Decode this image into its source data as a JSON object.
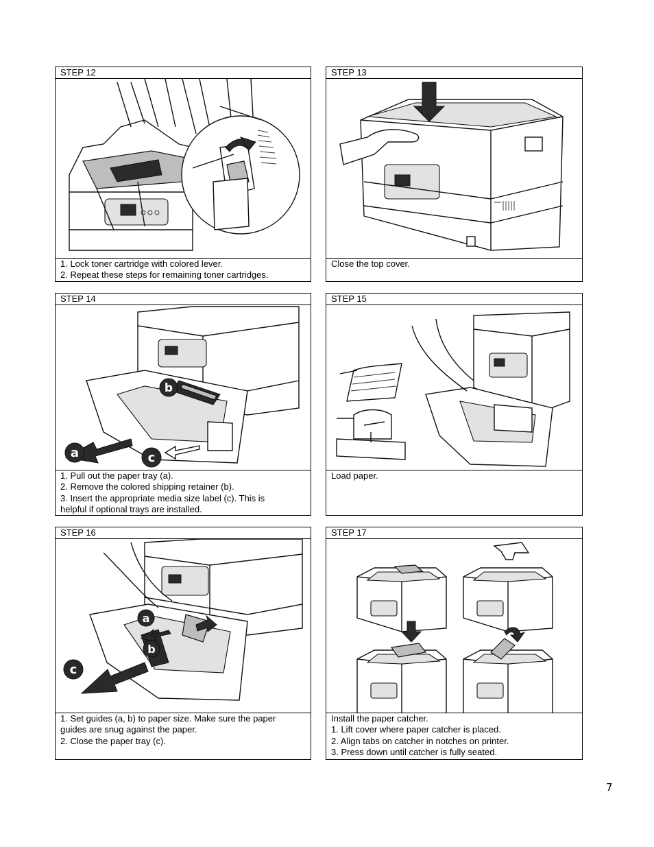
{
  "steps": [
    {
      "header": "STEP 12",
      "caption": [
        "1. Lock toner cartridge with colored lever.",
        "2. Repeat these steps for remaining toner cartridges."
      ],
      "figure": "toner-lock-illustration"
    },
    {
      "header": "STEP 13",
      "caption": [
        "Close the top cover."
      ],
      "figure": "close-cover-illustration"
    },
    {
      "header": "STEP 14",
      "caption": [
        "1. Pull out the paper tray (a).",
        "2. Remove the colored shipping retainer (b).",
        "3. Insert the appropriate media size label (c). This is",
        "helpful if optional trays are installed."
      ],
      "figure": "paper-tray-illustration",
      "callouts": [
        "a",
        "b",
        "c"
      ]
    },
    {
      "header": "STEP 15",
      "caption": [
        "Load paper."
      ],
      "figure": "load-paper-illustration"
    },
    {
      "header": "STEP 16",
      "caption": [
        "1. Set guides (a, b) to paper size. Make sure the paper",
        "guides are snug against the paper.",
        "2. Close the paper tray (c)."
      ],
      "figure": "paper-guides-illustration",
      "callouts": [
        "a",
        "b",
        "c"
      ]
    },
    {
      "header": "STEP 17",
      "caption": [
        "Install the paper catcher.",
        "1. Lift cover where paper catcher is placed.",
        "2. Align tabs on catcher in notches on printer.",
        "3. Press down until catcher is fully seated."
      ],
      "figure": "paper-catcher-illustration"
    }
  ],
  "page_number": "7"
}
